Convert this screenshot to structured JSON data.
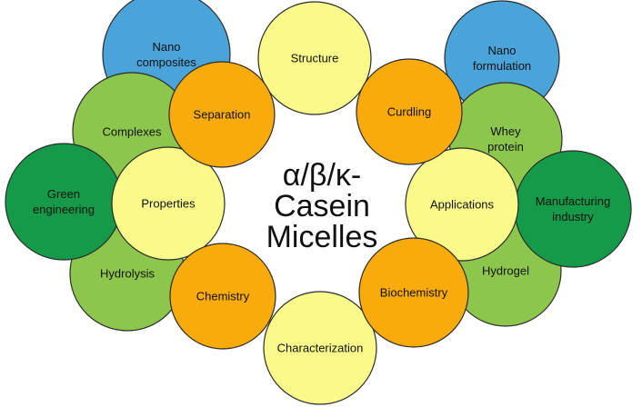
{
  "center": {
    "line1": "α/β/κ-",
    "line2": "Casein",
    "line3": "Micelles"
  },
  "colors": {
    "blue": "#4aa3d9",
    "light_green": "#8dc64d",
    "dark_green": "#149a48",
    "yellow": "#fafa8a",
    "orange": "#f9ab0b",
    "stroke": "#2b2b2b"
  },
  "nodes": [
    {
      "id": "nano-composites",
      "lines": [
        "Nano",
        "composites"
      ],
      "color": "blue"
    },
    {
      "id": "nano-formulation",
      "lines": [
        "Nano",
        "formulation"
      ],
      "color": "blue"
    },
    {
      "id": "complexes",
      "lines": [
        "Complexes"
      ],
      "color": "light_green"
    },
    {
      "id": "whey-protein",
      "lines": [
        "Whey",
        "protein"
      ],
      "color": "light_green"
    },
    {
      "id": "hydrolysis",
      "lines": [
        "Hydrolysis"
      ],
      "color": "light_green"
    },
    {
      "id": "hydrogel",
      "lines": [
        "Hydrogel"
      ],
      "color": "light_green"
    },
    {
      "id": "green-engineering",
      "lines": [
        "Green",
        "engineering"
      ],
      "color": "dark_green"
    },
    {
      "id": "manufacturing-industry",
      "lines": [
        "Manufacturing",
        "industry"
      ],
      "color": "dark_green"
    },
    {
      "id": "structure",
      "lines": [
        "Structure"
      ],
      "color": "yellow"
    },
    {
      "id": "properties",
      "lines": [
        "Properties"
      ],
      "color": "yellow"
    },
    {
      "id": "applications",
      "lines": [
        "Applications"
      ],
      "color": "yellow"
    },
    {
      "id": "characterization",
      "lines": [
        "Characterization"
      ],
      "color": "yellow"
    },
    {
      "id": "separation",
      "lines": [
        "Separation"
      ],
      "color": "orange"
    },
    {
      "id": "curdling",
      "lines": [
        "Curdling"
      ],
      "color": "orange"
    },
    {
      "id": "chemistry",
      "lines": [
        "Chemistry"
      ],
      "color": "orange"
    },
    {
      "id": "biochemistry",
      "lines": [
        "Biochemistry"
      ],
      "color": "orange"
    }
  ]
}
